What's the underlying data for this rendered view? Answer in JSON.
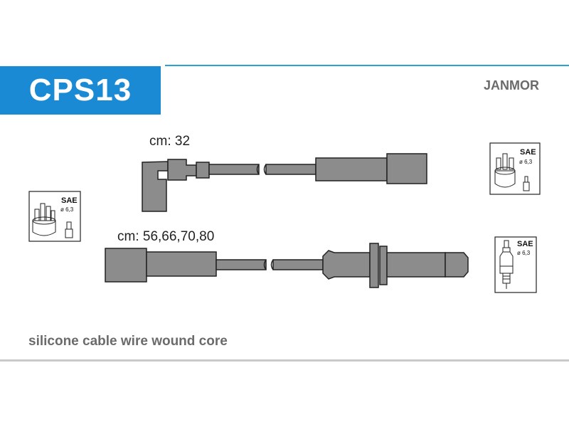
{
  "header": {
    "code": "CPS13",
    "brand": "JANMOR"
  },
  "cables": [
    {
      "length_label": "cm: 32"
    },
    {
      "length_label": "cm: 56,66,70,80"
    }
  ],
  "connectors": {
    "distributor_cap_top": {
      "standard": "SAE",
      "diameter": "ø 6,3"
    },
    "distributor_cap_left": {
      "standard": "SAE",
      "diameter": "ø 6,3"
    },
    "spark_plug": {
      "standard": "SAE",
      "diameter": "ø 6,3"
    }
  },
  "footer": {
    "description": "silicone cable wire wound core"
  },
  "colors": {
    "accent": "#1a8ad4",
    "line": "#29a3d6",
    "part_fill": "#8c8c8c"
  }
}
